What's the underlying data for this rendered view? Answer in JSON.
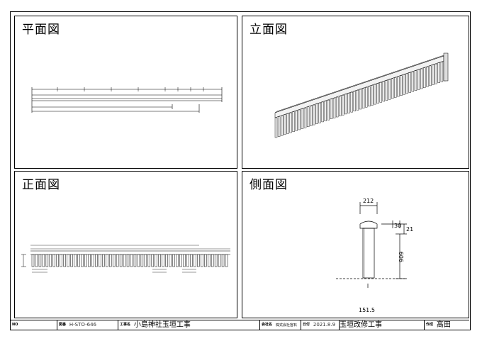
{
  "panels": {
    "plan": {
      "title": "平面図"
    },
    "elevation": {
      "title": "立面図"
    },
    "front": {
      "title": "正面図"
    },
    "side": {
      "title": "側面図"
    }
  },
  "side_dims": {
    "top_width": "212",
    "cap_width": "30",
    "cap_height": "21",
    "post_height": "909",
    "base_width": "151.5"
  },
  "title_block": {
    "drawing_no_value": "H-STO-646",
    "project_value": "小島神社玉垣工事",
    "company_value": "株式会社宮石",
    "date_value": "2021.8.9",
    "work_value": "玉垣改修工事",
    "author_value": "高田"
  }
}
